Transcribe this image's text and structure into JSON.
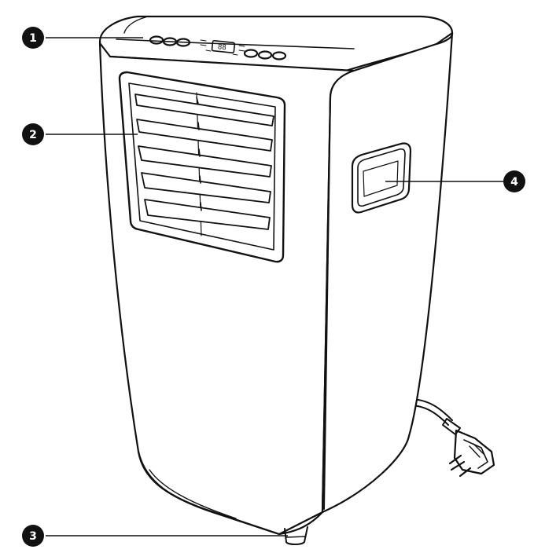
{
  "callouts": [
    {
      "number": "1",
      "part": "control-panel"
    },
    {
      "number": "2",
      "part": "air-outlet-louvers"
    },
    {
      "number": "3",
      "part": "caster-wheel"
    },
    {
      "number": "4",
      "part": "carry-handle"
    }
  ],
  "display": {
    "readout": "88"
  },
  "colors": {
    "line": "#111111",
    "background": "#ffffff",
    "badge": "#111111",
    "badge_text": "#ffffff"
  }
}
